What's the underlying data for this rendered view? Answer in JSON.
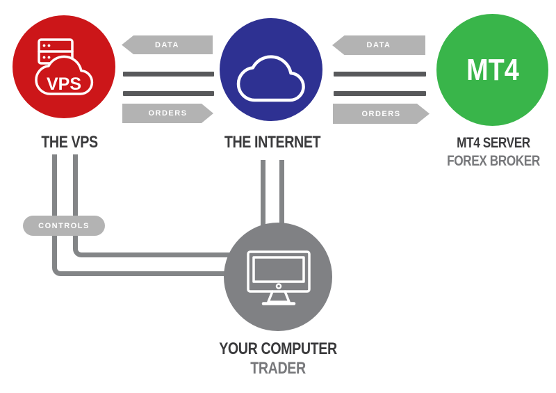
{
  "colors": {
    "vps-red": "#cc1619",
    "internet-blue": "#2e3192",
    "mt4-green": "#39b54a",
    "computer-gray": "#808184",
    "arrow-gray": "#b3b3b3",
    "line-dark": "#58595b",
    "connector-gray": "#838587",
    "label-dark": "#3a3a3c",
    "label-muted": "#77787b"
  },
  "nodes": {
    "vps": {
      "label": "THE VPS",
      "badge": "VPS",
      "icon": "server-cloud-icon"
    },
    "internet": {
      "label": "THE INTERNET",
      "icon": "cloud-icon"
    },
    "mt4": {
      "badge": "MT4",
      "label_line1": "MT4 SERVER",
      "label_line2": "FOREX BROKER"
    },
    "computer": {
      "label_line1": "YOUR COMPUTER",
      "label_line2": "TRADER",
      "icon": "desktop-monitor-icon"
    }
  },
  "flows": {
    "vps_internet": {
      "data_label": "DATA",
      "orders_label": "ORDERS"
    },
    "internet_mt4": {
      "data_label": "DATA",
      "orders_label": "ORDERS"
    },
    "vps_computer": {
      "controls_label": "CONTROLS"
    }
  }
}
